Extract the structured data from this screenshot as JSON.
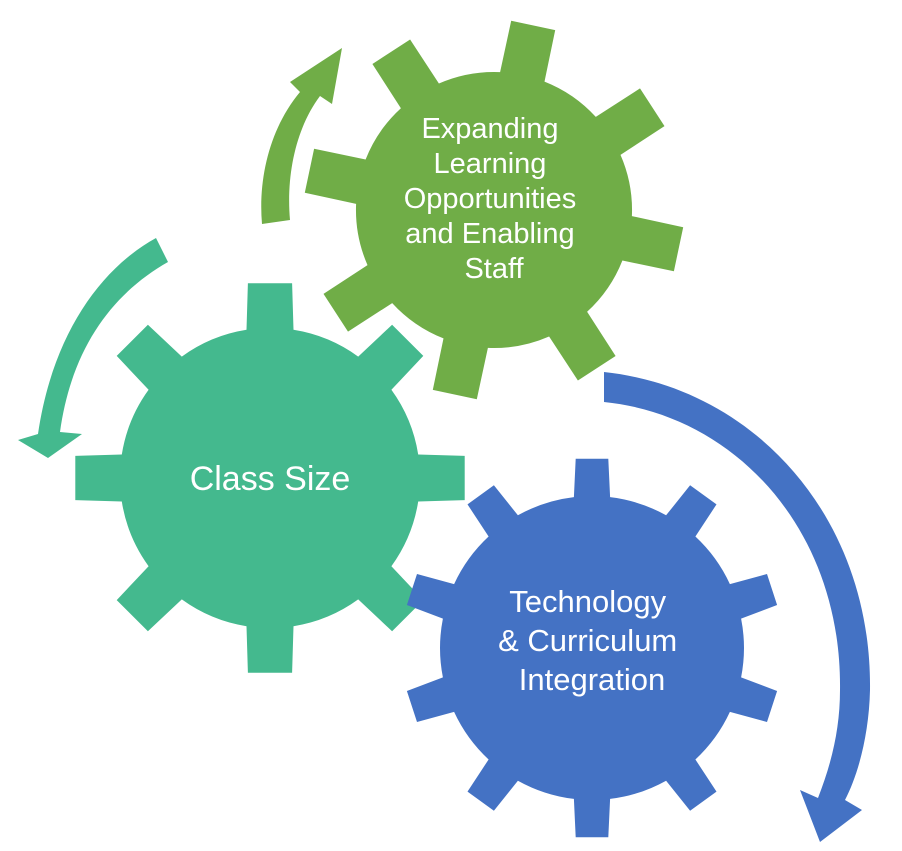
{
  "diagram": {
    "gears": [
      {
        "id": "expanding-learning",
        "label_lines": [
          "Expanding",
          "Learning",
          "Opportunities",
          "and Enabling",
          "Staff"
        ],
        "color": "#70AD47"
      },
      {
        "id": "class-size",
        "label_lines": [
          "Class Size"
        ],
        "color": "#44B98E"
      },
      {
        "id": "technology-curriculum",
        "label_lines": [
          "Technology",
          "& Curriculum",
          "Integration"
        ],
        "color": "#4472C4"
      }
    ],
    "arrows": [
      {
        "id": "arrow-to-expanding",
        "color": "#70AD47"
      },
      {
        "id": "arrow-to-class-size",
        "color": "#44B98E"
      },
      {
        "id": "arrow-to-technology",
        "color": "#4472C4"
      }
    ]
  }
}
